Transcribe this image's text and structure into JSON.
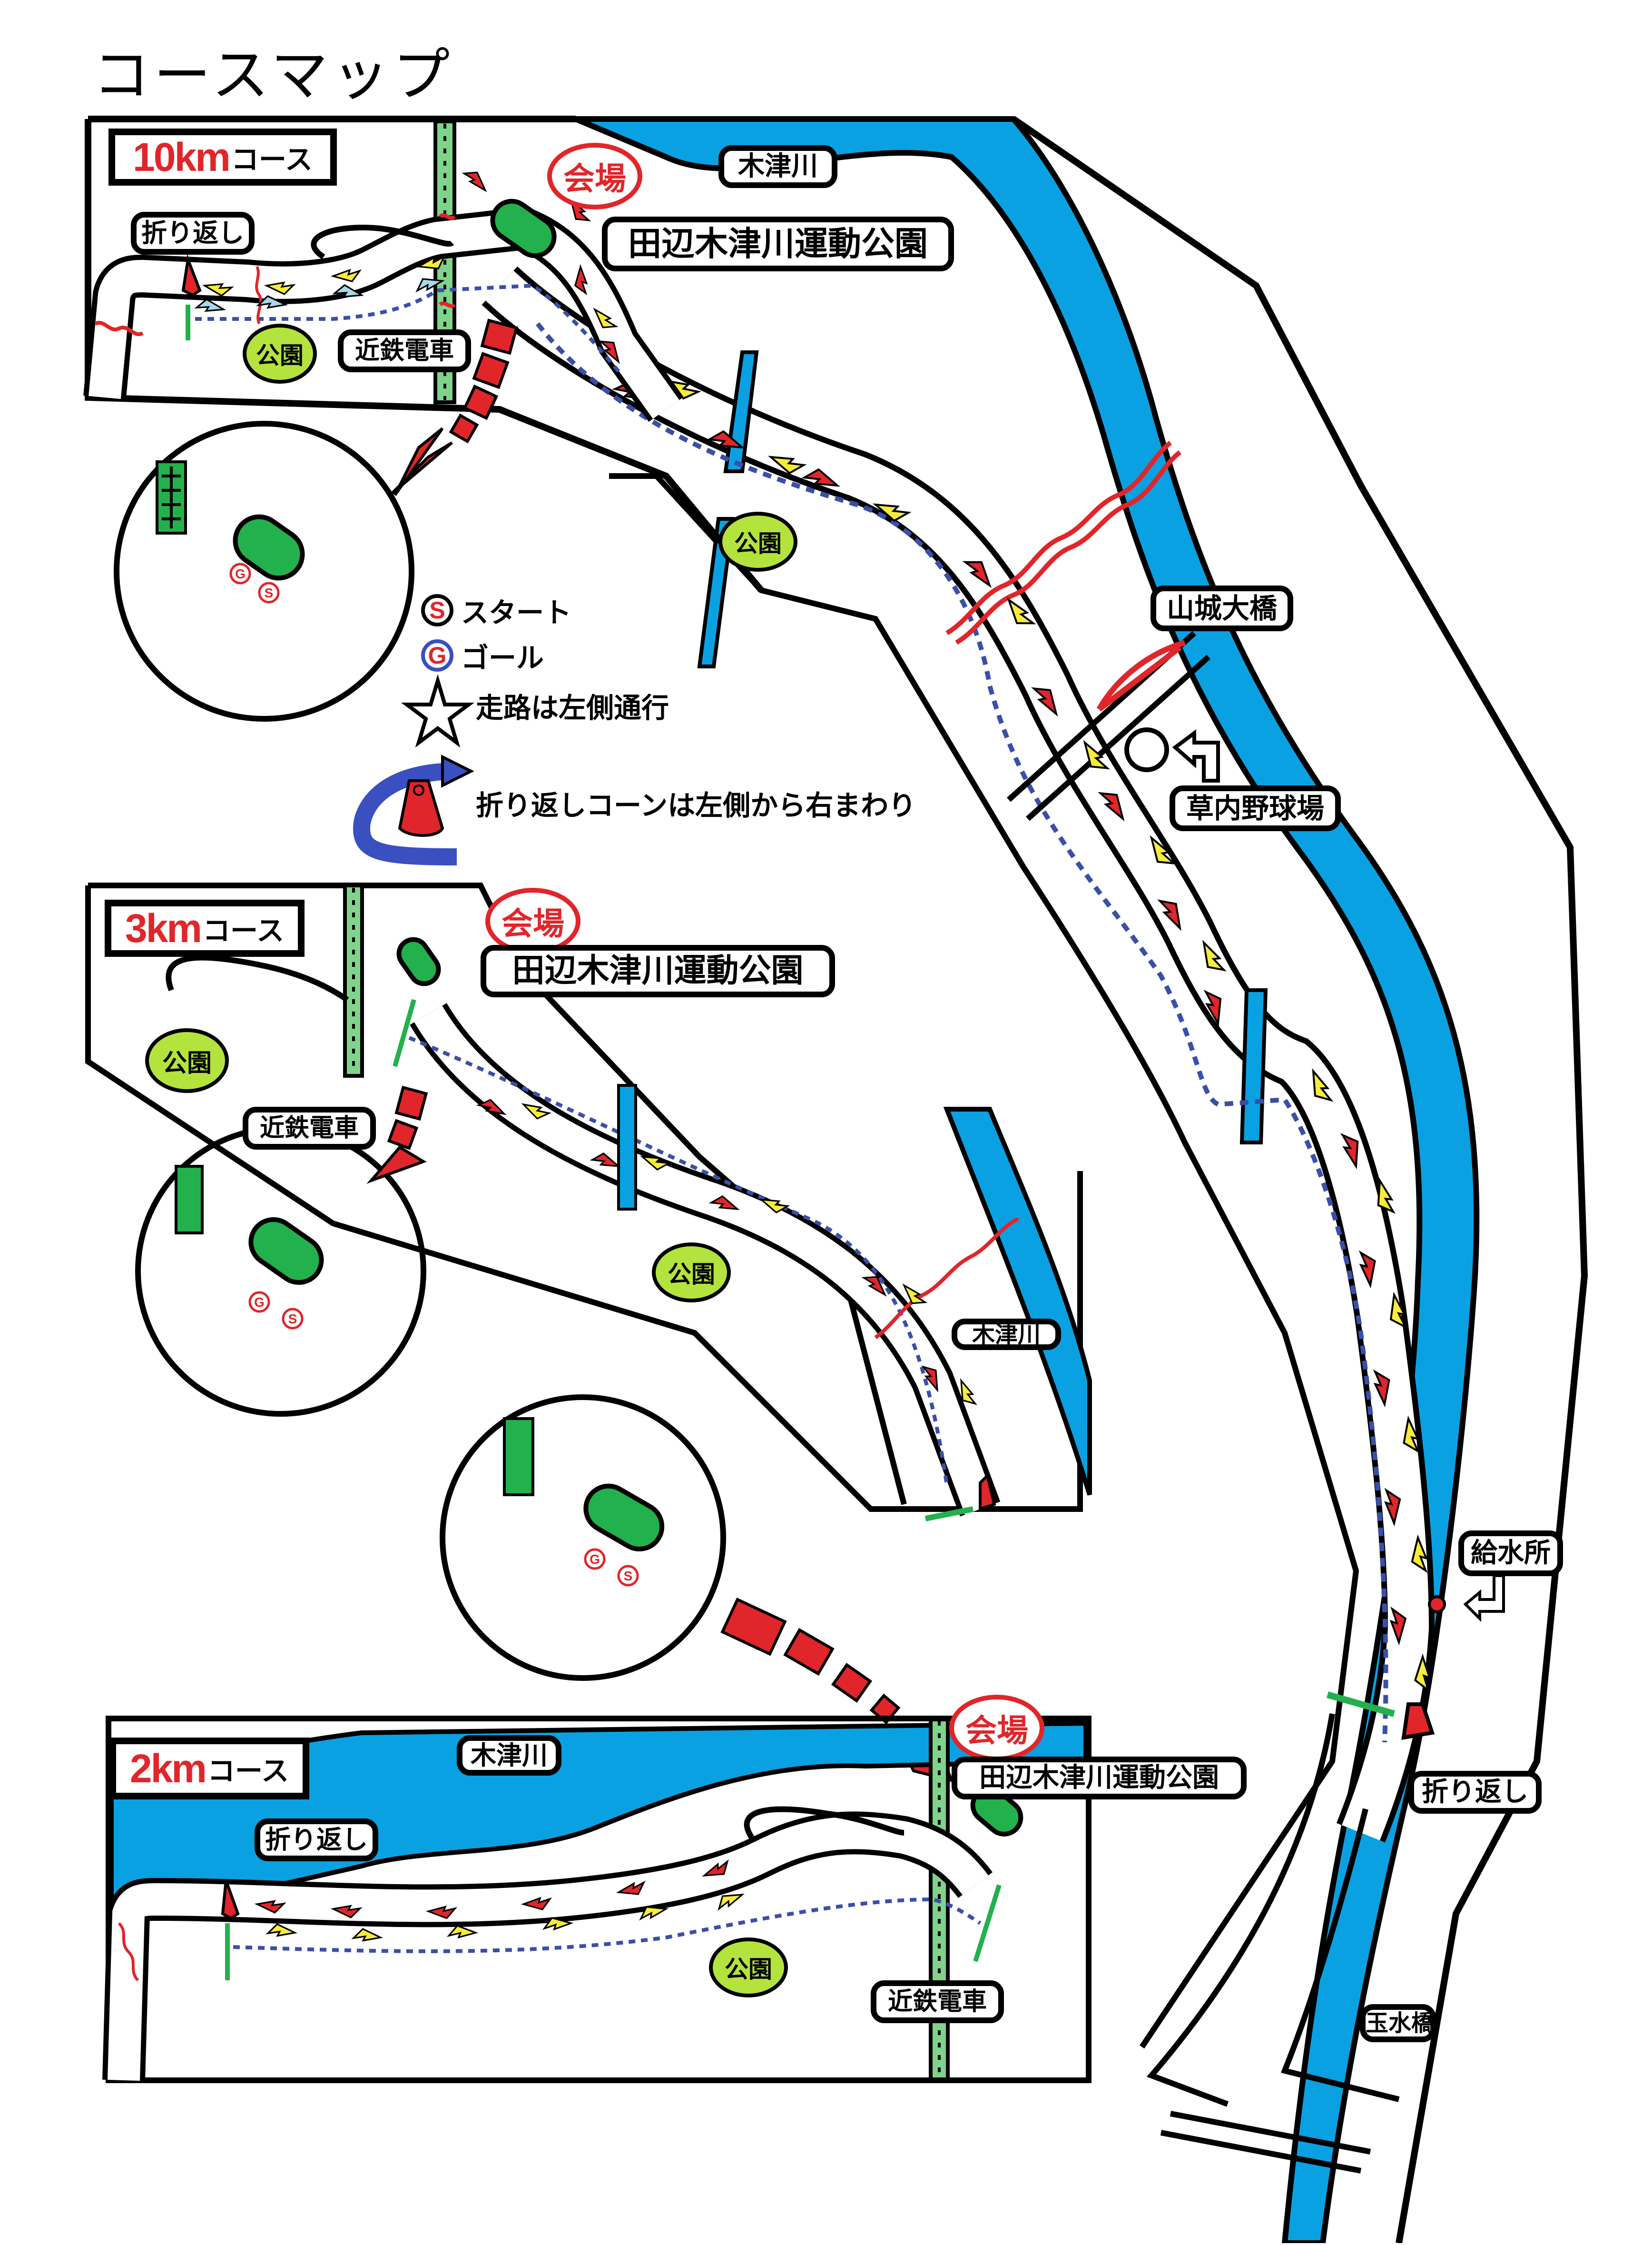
{
  "title": "コースマップ",
  "colors": {
    "river": "#0aa1e2",
    "road_outline": "#000000",
    "outbound_arrow": "#e0262a",
    "return_arrow": "#f7ec3a",
    "return_arrow_light": "#a9d8ea",
    "course_dotted": "#3a4fa8",
    "finish_line": "#22b14c",
    "rail": "#7fd38a",
    "stadium": "#22b14c",
    "park": "#b4e33d",
    "bridge": "#e0262a",
    "venue": "#e0262a"
  },
  "legend": {
    "start_mark": "S",
    "start_label": "スタート",
    "goal_mark": "G",
    "goal_label": "ゴール",
    "star_label": "走路は左側通行",
    "cone_label": "折り返しコーンは左側から右まわり"
  },
  "panels": {
    "course10": {
      "distance": "10km",
      "suffix": "コース",
      "venue": "会場",
      "park_name": "田辺木津川運動公園",
      "river": "木津川",
      "turnaround": "折り返し",
      "park": "公園",
      "train": "近鉄電車"
    },
    "course3": {
      "distance": "3km",
      "suffix": "コース",
      "venue": "会場",
      "park_name": "田辺木津川運動公園",
      "park": "公園",
      "park2": "公園",
      "train": "近鉄電車",
      "river": "木津川"
    },
    "course2": {
      "distance": "2km",
      "suffix": "コース",
      "venue": "会場",
      "park_name": "田辺木津川運動公園",
      "river": "木津川",
      "turnaround": "折り返し",
      "park": "公園",
      "train": "近鉄電車"
    }
  },
  "main_map": {
    "park_mid": "公園",
    "bridge_yamashiro": "山城大橋",
    "baseball": "草内野球場",
    "water_station": "給水所",
    "turnaround": "折り返し",
    "bridge_tamamizu": "玉水橋"
  },
  "markers": {
    "start": "S",
    "goal": "G"
  }
}
